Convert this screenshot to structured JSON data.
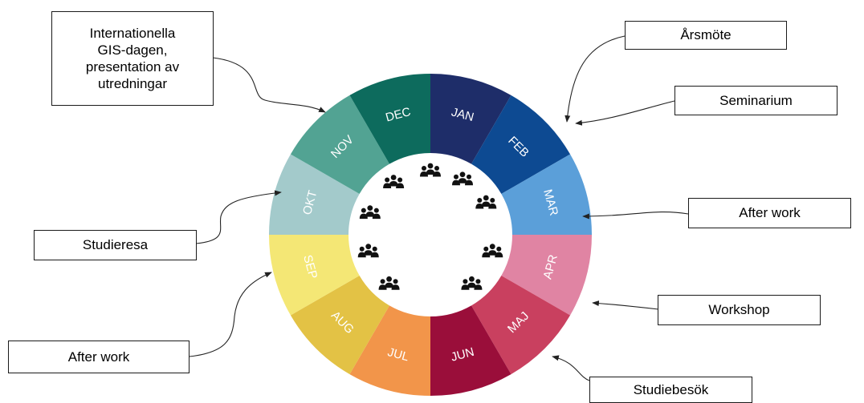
{
  "wheel": {
    "months": [
      {
        "label": "JAN",
        "color": "#1e2d69"
      },
      {
        "label": "FEB",
        "color": "#0d4a92"
      },
      {
        "label": "MAR",
        "color": "#5b9fd9"
      },
      {
        "label": "APR",
        "color": "#e084a3"
      },
      {
        "label": "MAJ",
        "color": "#c9405f"
      },
      {
        "label": "JUN",
        "color": "#9a0e3a"
      },
      {
        "label": "JUL",
        "color": "#f2954a"
      },
      {
        "label": "AUG",
        "color": "#e3c245"
      },
      {
        "label": "SEP",
        "color": "#f4e775"
      },
      {
        "label": "OKT",
        "color": "#a3cacb"
      },
      {
        "label": "NOV",
        "color": "#52a393"
      },
      {
        "label": "DEC",
        "color": "#0d6b5d"
      }
    ],
    "meeting_icon": "people-group-icon"
  },
  "events": {
    "gis_day": "Internationella\nGIS-dagen,\npresentation av\nutredningar",
    "arsmote": "Årsmöte",
    "seminarium": "Seminarium",
    "after_work_mar": "After work",
    "studieresa": "Studieresa",
    "workshop": "Workshop",
    "after_work_aug": "After work",
    "studiebesok": "Studiebesök"
  }
}
